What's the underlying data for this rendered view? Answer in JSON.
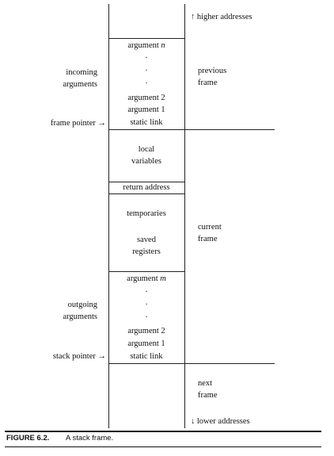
{
  "frame_labels": {
    "higher_addresses": "↑ higher addresses",
    "previous_frame": "previous\nframe",
    "current_frame": "current\nframe",
    "next_frame": "next\nframe",
    "lower_addresses": "↓ lower addresses"
  },
  "side_labels": {
    "incoming_arguments": "incoming\narguments",
    "frame_pointer": "frame pointer →",
    "outgoing_arguments": "outgoing\narguments",
    "stack_pointer": "stack pointer →"
  },
  "incoming_block": {
    "argument_n": "argument n",
    "dot": ".",
    "argument_2": "argument 2",
    "argument_1": "argument 1",
    "static_link": "static link"
  },
  "locals_block": {
    "local_variables": "local\nvariables"
  },
  "current_block": {
    "return_address": "return address",
    "temporaries": "temporaries",
    "saved_registers": "saved\nregisters"
  },
  "outgoing_block": {
    "argument_m": "argument m",
    "dot": ".",
    "argument_2": "argument 2",
    "argument_1": "argument 1",
    "static_link": "static link"
  },
  "caption": {
    "label": "FIGURE 6.2.",
    "text": "A stack frame."
  }
}
